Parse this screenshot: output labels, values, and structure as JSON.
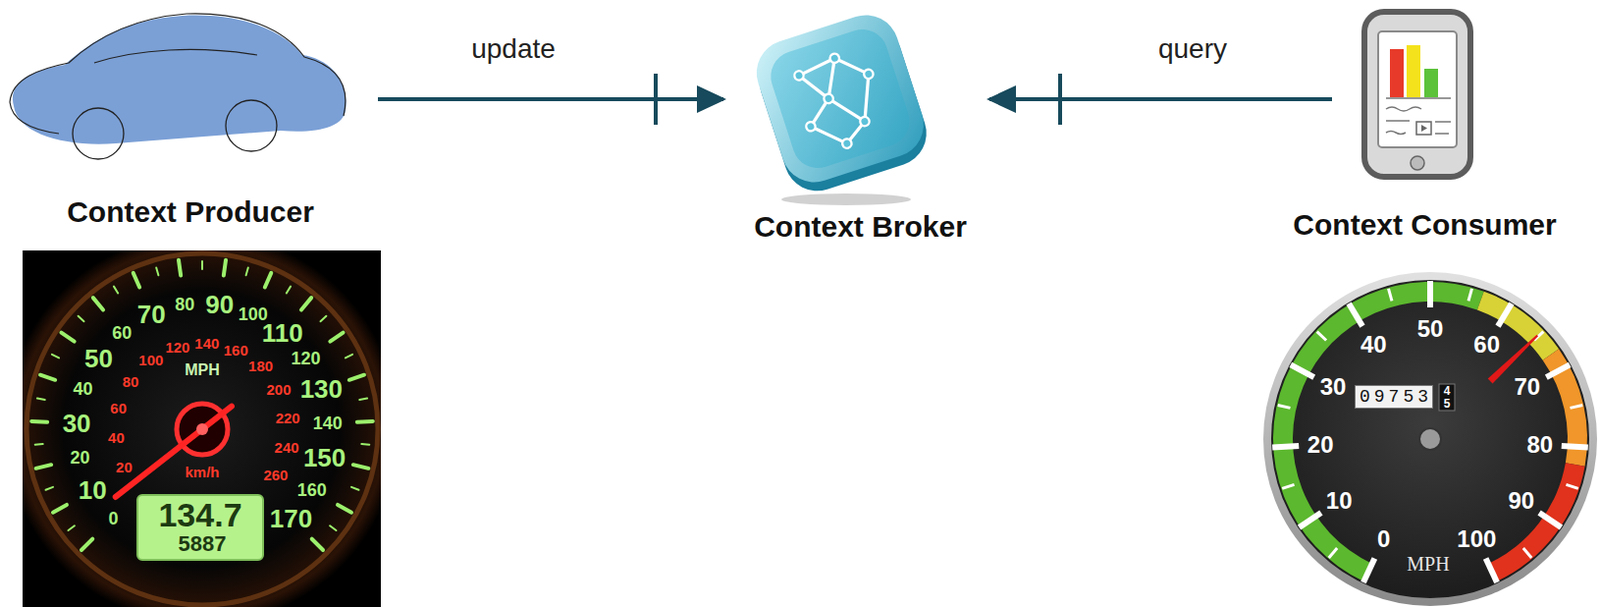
{
  "diagram": {
    "nodes": [
      {
        "text": [
          "Context Producer"
        ]
      },
      {
        "text": [
          "Context Broker"
        ]
      },
      {
        "text": [
          "Context Consumer"
        ]
      }
    ],
    "edges": [
      {
        "from": 0,
        "to": 1,
        "arrow": "to",
        "label": "update"
      },
      {
        "from": 2,
        "to": 1,
        "arrow": "to",
        "label": "query"
      }
    ],
    "labels": [
      "0",
      "10",
      "20",
      "30",
      "40",
      "50",
      "60",
      "70",
      "80",
      "90",
      "100",
      "110",
      "120",
      "130",
      "140",
      "150",
      "160",
      "170",
      "20",
      "40",
      "60",
      "80",
      "100",
      "120",
      "140",
      "160",
      "180",
      "200",
      "220",
      "240",
      "260",
      "MPH",
      "km/h",
      "134.7",
      "5887",
      "0",
      "10",
      "20",
      "30",
      "40",
      "50",
      "60",
      "70",
      "80",
      "90",
      "100",
      "09753",
      "4",
      "5",
      "MPH"
    ]
  }
}
